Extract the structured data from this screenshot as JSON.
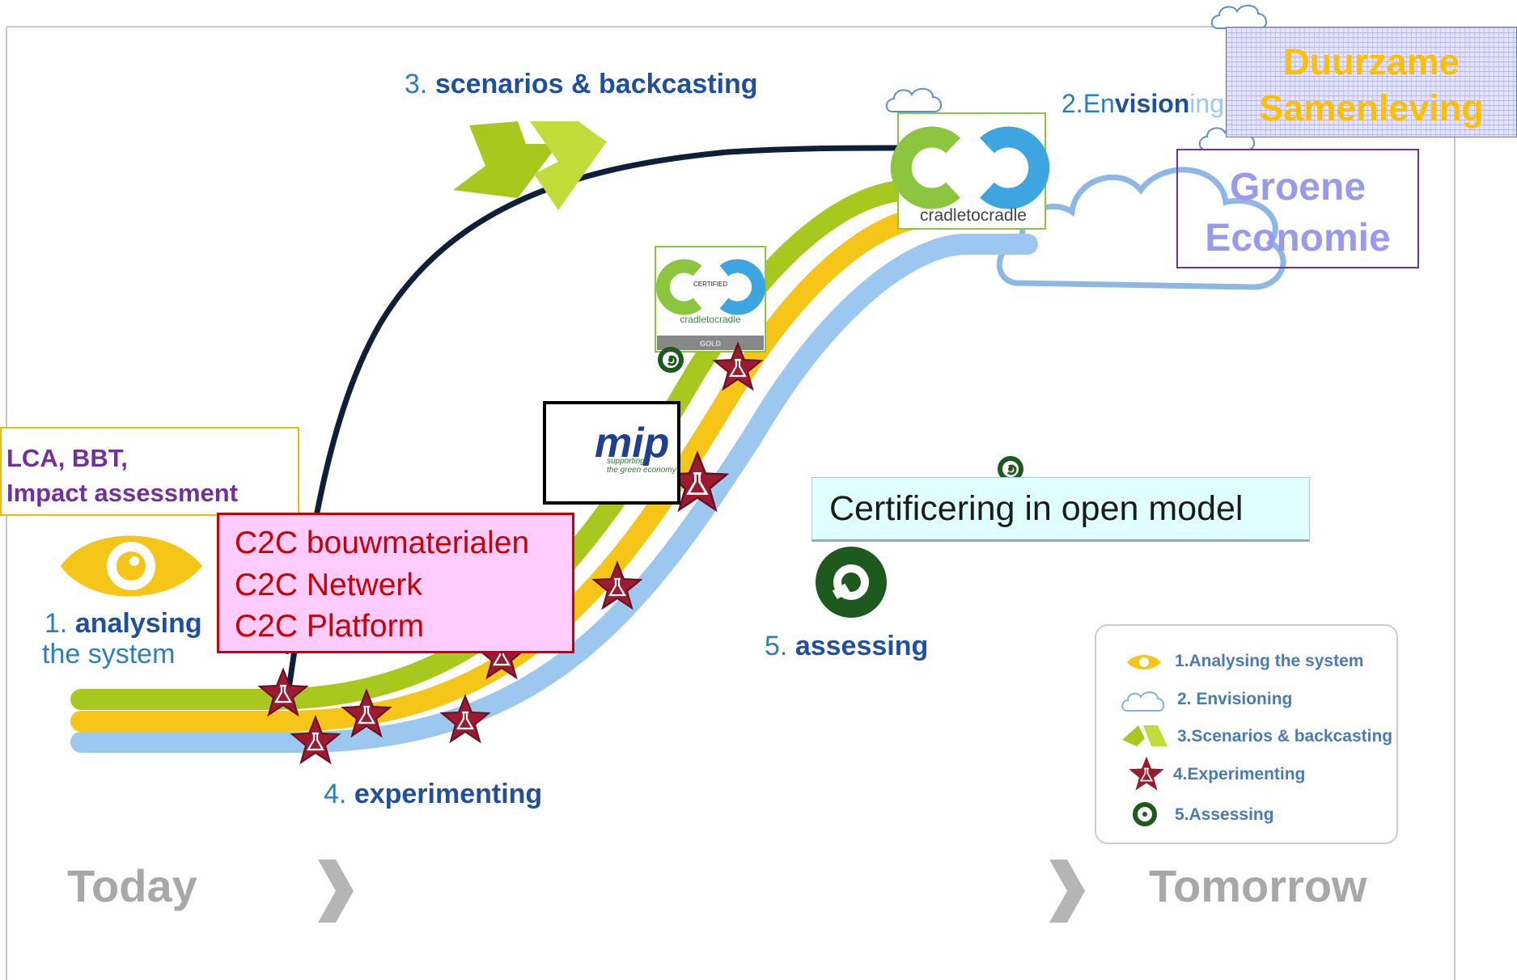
{
  "steps": {
    "scenarios": {
      "num": "3.",
      "label": "scenarios & backcasting"
    },
    "envisioning": {
      "num": "2.",
      "label_light": "En",
      "label_bold": "vision",
      "label_tail": "ing"
    },
    "analysing": {
      "num": "1.",
      "label": "analysing",
      "sub": "the system"
    },
    "experimenting": {
      "num": "4.",
      "label": "experimenting"
    },
    "assessing": {
      "num": "5.",
      "label": "assessing"
    }
  },
  "timeline": {
    "start": "Today",
    "end": "Tomorrow"
  },
  "callouts": {
    "lca": [
      "LCA, BBT,",
      "Impact assessment"
    ],
    "c2c": [
      "C2C bouwmaterialen",
      "C2C Netwerk",
      "C2C Platform"
    ],
    "certification": "Certificering in open model",
    "duurzame": [
      "Duurzame",
      "Samenleving"
    ],
    "groene": [
      "Groene",
      "Economie"
    ]
  },
  "logos": {
    "c2c_badge": "cradletocradle",
    "c2c_certified_top": "CERTIFIED",
    "c2c_certified_name": "cradletocradle",
    "c2c_certified_level": "GOLD",
    "mip_word": "mip",
    "mip_tag": "supporting\nthe green economy"
  },
  "legend": [
    {
      "icon": "eye-icon",
      "label": "1.Analysing the system"
    },
    {
      "icon": "cloud-icon",
      "label": "2. Envisioning"
    },
    {
      "icon": "arrows-icon",
      "label": "3.Scenarios & backcasting"
    },
    {
      "icon": "star-flask-icon",
      "label": "4.Experimenting"
    },
    {
      "icon": "assess-icon",
      "label": "5.Assessing"
    }
  ],
  "colors": {
    "green_band": "#a8c81e",
    "yellow_band": "#f5c518",
    "blue_band": "#9cc8f0",
    "dark_curve": "#0f1f3a",
    "star": "#9b1b30",
    "assess": "#1e5a1e",
    "callout_red": "#cc0000",
    "callout_purple": "#7030a0",
    "duurzame_text": "#ffc000"
  }
}
